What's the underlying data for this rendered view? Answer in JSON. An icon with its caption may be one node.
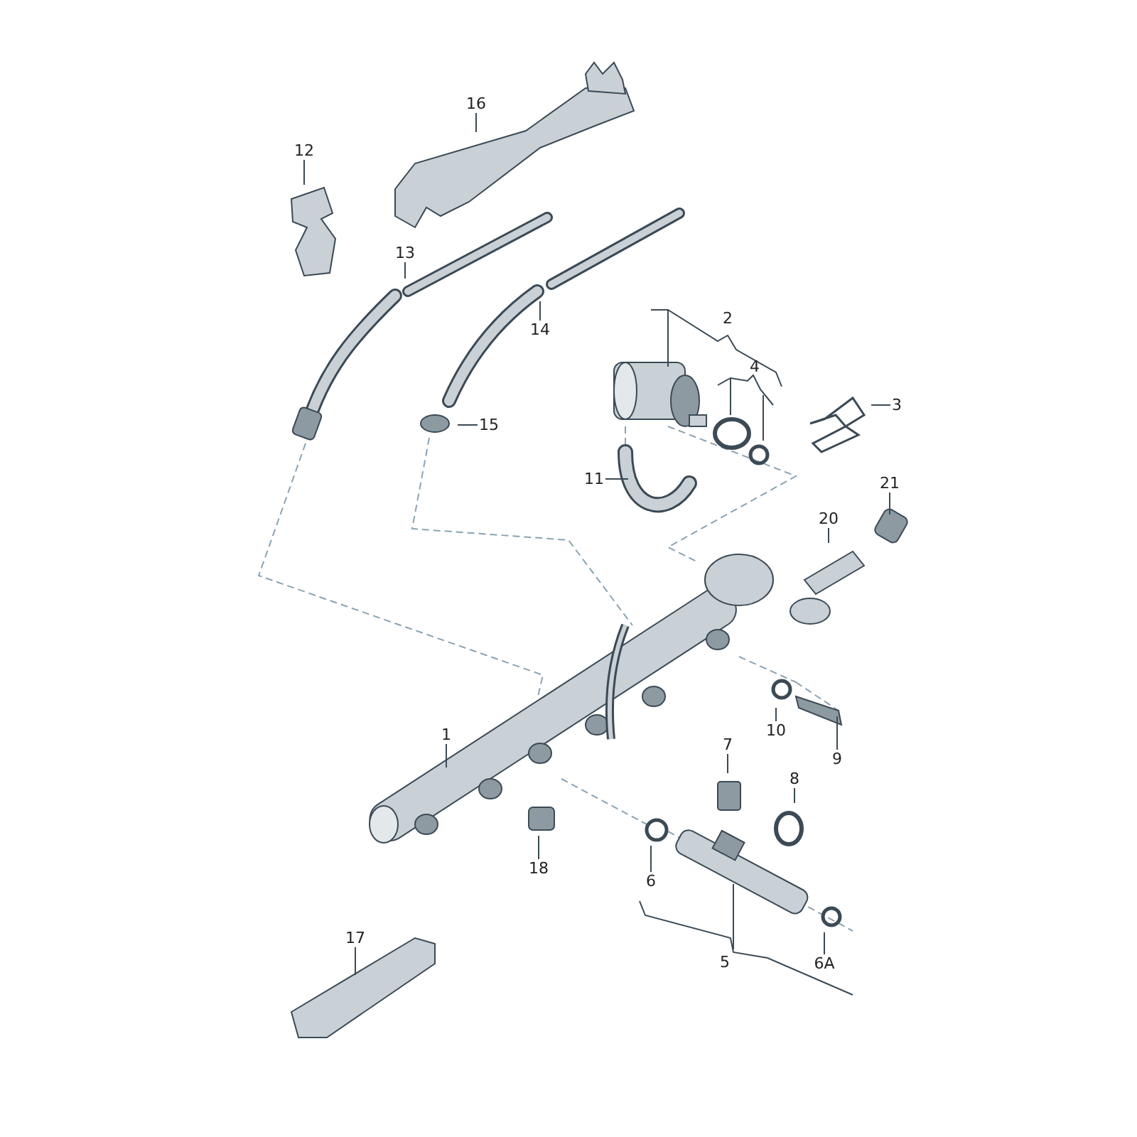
{
  "diagram": {
    "nodes": [
      {
        "text": [
          "16"
        ]
      },
      {
        "text": [
          "12"
        ]
      },
      {
        "text": [
          "13"
        ]
      },
      {
        "text": [
          "2"
        ]
      },
      {
        "text": [
          "14"
        ]
      },
      {
        "text": [
          "4"
        ]
      },
      {
        "text": [
          "3"
        ]
      },
      {
        "text": [
          "15"
        ]
      },
      {
        "text": [
          "11"
        ]
      },
      {
        "text": [
          "21"
        ]
      },
      {
        "text": [
          "20"
        ]
      },
      {
        "text": [
          "1"
        ]
      },
      {
        "text": [
          "10"
        ]
      },
      {
        "text": [
          "9"
        ]
      },
      {
        "text": [
          "7"
        ]
      },
      {
        "text": [
          "8"
        ]
      },
      {
        "text": [
          "18"
        ]
      },
      {
        "text": [
          "6"
        ]
      },
      {
        "text": [
          "5"
        ]
      },
      {
        "text": [
          "6A"
        ]
      },
      {
        "text": [
          "17"
        ]
      }
    ],
    "edges": [
      {
        "from": 0,
        "to": null,
        "arrow": "none"
      },
      {
        "from": 1,
        "to": null,
        "arrow": "none"
      },
      {
        "from": 2,
        "to": null,
        "arrow": "none"
      },
      {
        "from": 4,
        "to": null,
        "arrow": "none"
      },
      {
        "from": 6,
        "to": null,
        "arrow": "none"
      },
      {
        "from": 7,
        "to": null,
        "arrow": "none"
      },
      {
        "from": 8,
        "to": null,
        "arrow": "none"
      },
      {
        "from": 9,
        "to": null,
        "arrow": "none"
      },
      {
        "from": 10,
        "to": null,
        "arrow": "none"
      },
      {
        "from": 11,
        "to": null,
        "arrow": "none"
      },
      {
        "from": 12,
        "to": null,
        "arrow": "none"
      },
      {
        "from": 13,
        "to": null,
        "arrow": "none"
      },
      {
        "from": 14,
        "to": null,
        "arrow": "none"
      },
      {
        "from": 15,
        "to": null,
        "arrow": "none"
      },
      {
        "from": 16,
        "to": null,
        "arrow": "none"
      },
      {
        "from": 17,
        "to": null,
        "arrow": "none"
      },
      {
        "from": 19,
        "to": null,
        "arrow": "none"
      },
      {
        "from": 20,
        "to": null,
        "arrow": "none"
      }
    ]
  }
}
